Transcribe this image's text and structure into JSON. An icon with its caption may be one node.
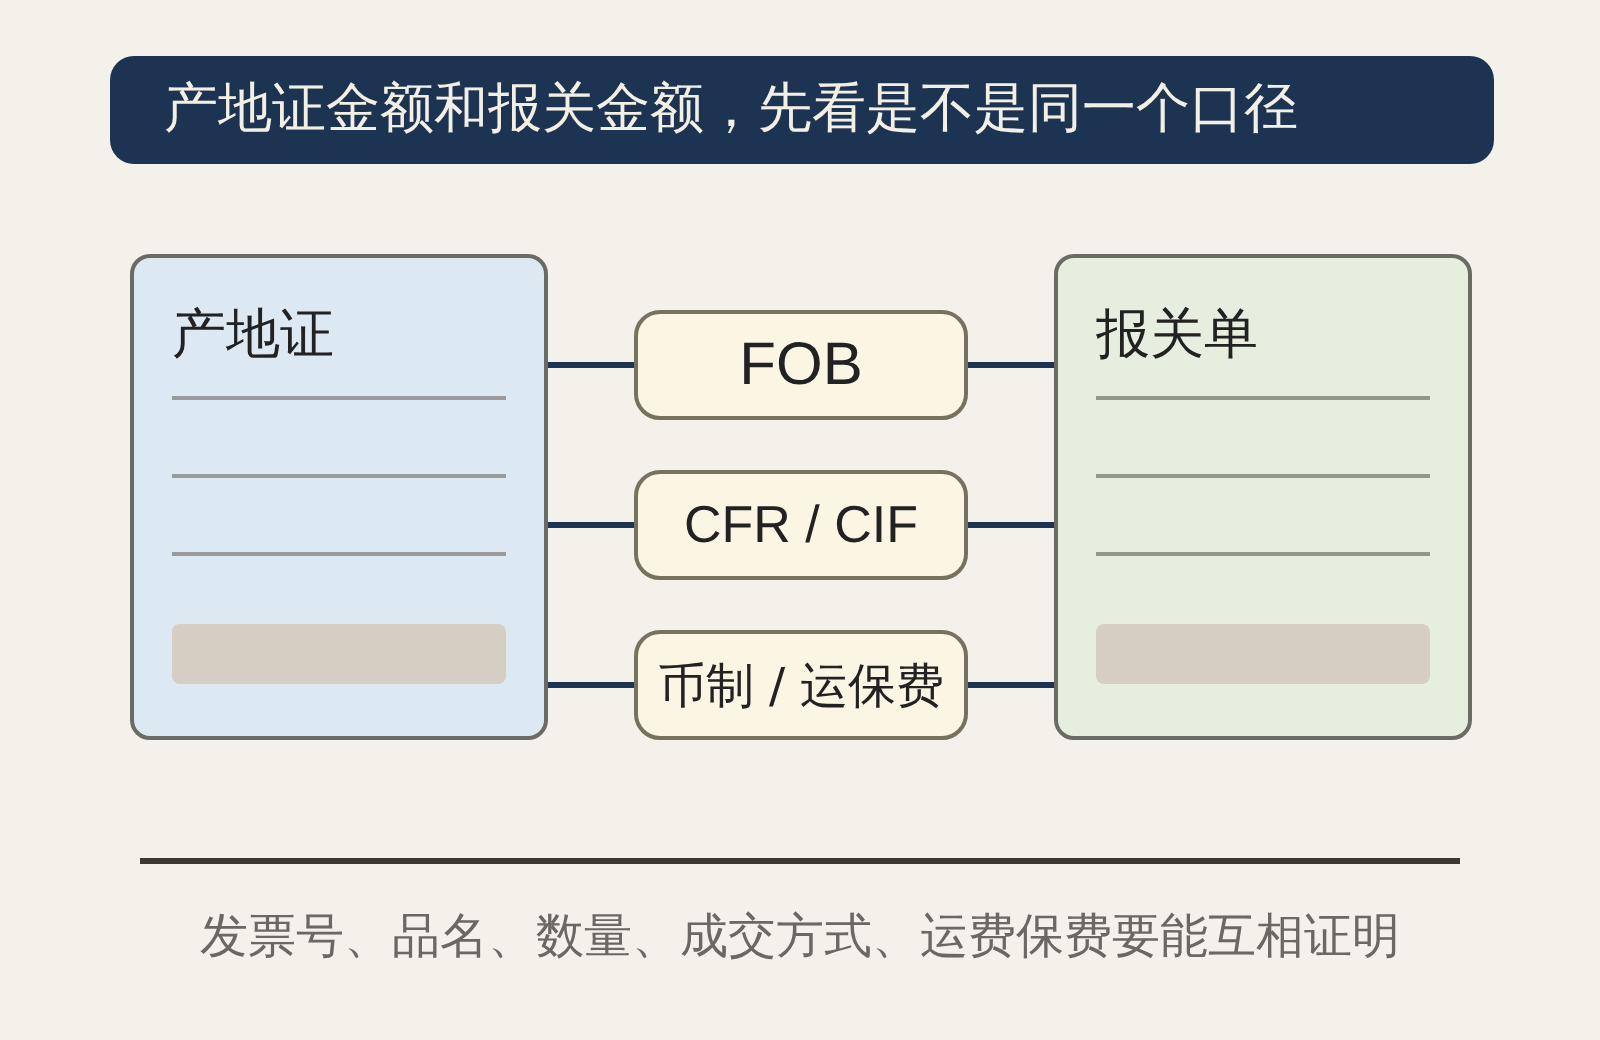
{
  "diagram": {
    "title": "产地证金额和报关金额，先看是不是同一个口径",
    "caption": "发票号、品名、数量、成交方式、运费保费要能互相证明",
    "nodes": [
      {
        "text": [
          "产地证"
        ]
      },
      {
        "text": [
          "FOB"
        ]
      },
      {
        "text": [
          "CFR / CIF"
        ]
      },
      {
        "text": [
          "币制 / 运保费"
        ]
      },
      {
        "text": [
          "报关单"
        ]
      }
    ],
    "edges": [
      {
        "from": 0,
        "to": 1,
        "arrow": "none"
      },
      {
        "from": 1,
        "to": 4,
        "arrow": "none"
      },
      {
        "from": 0,
        "to": 2,
        "arrow": "none"
      },
      {
        "from": 2,
        "to": 4,
        "arrow": "none"
      },
      {
        "from": 0,
        "to": 3,
        "arrow": "none"
      },
      {
        "from": 3,
        "to": 4,
        "arrow": "none"
      }
    ]
  }
}
